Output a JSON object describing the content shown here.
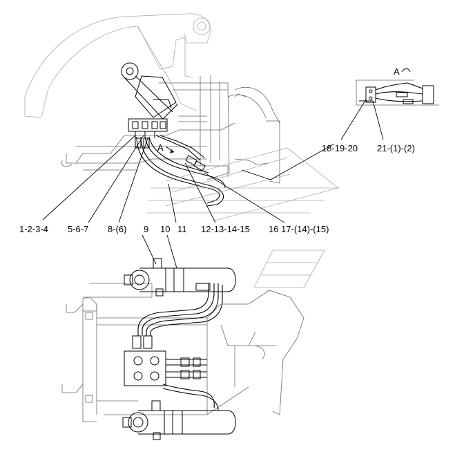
{
  "view_label": "A",
  "section_mark": "A",
  "callouts": {
    "c1": "1-2-3-4",
    "c2": "5-6-7",
    "c3": "8-(6)",
    "c4": "9",
    "c5": "10",
    "c6": "11",
    "c7": "12-13-14-15",
    "c8": "16 17-(14)-(15)",
    "c9": "18-19-20",
    "c10": "21-(1)-(2)"
  }
}
